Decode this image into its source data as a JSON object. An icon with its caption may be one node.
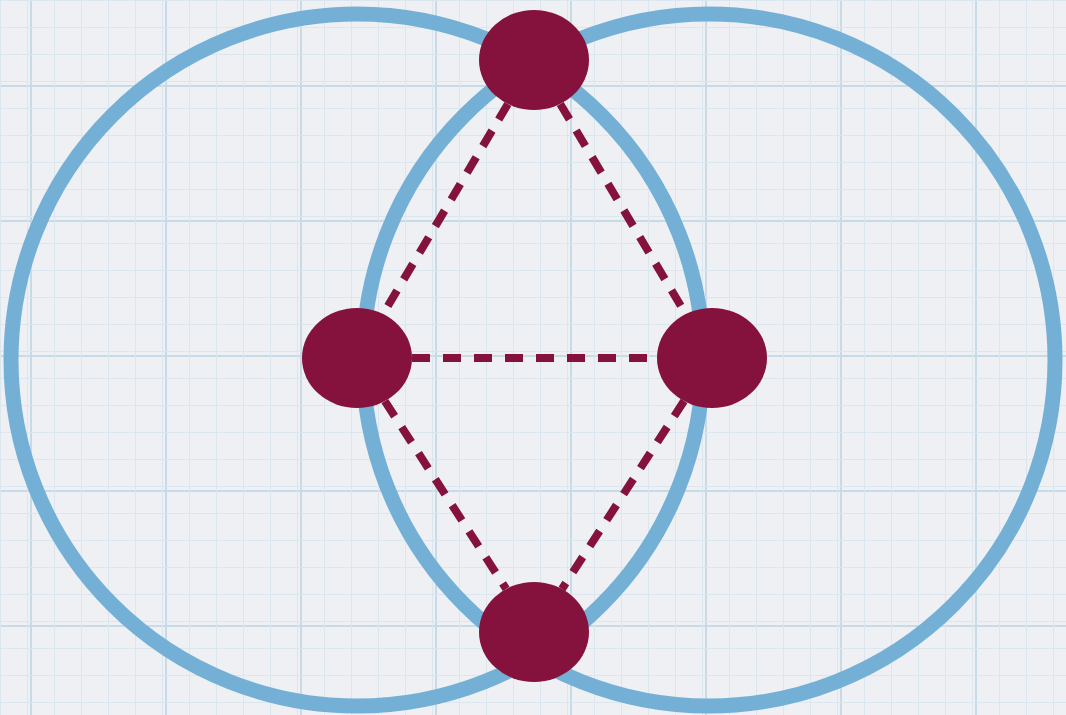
{
  "diagram": {
    "nodes": [
      {
        "text": [],
        "shape": "circle"
      },
      {
        "text": [],
        "shape": "circle"
      },
      {
        "text": [],
        "shape": "circle"
      },
      {
        "text": [],
        "shape": "circle"
      }
    ],
    "edges": [
      {
        "from": 0,
        "to": 1,
        "arrow": "none",
        "style": "dashed"
      },
      {
        "from": 0,
        "to": 2,
        "arrow": "none",
        "style": "dashed"
      },
      {
        "from": 1,
        "to": 2,
        "arrow": "none",
        "style": "dashed"
      },
      {
        "from": 1,
        "to": 3,
        "arrow": "none",
        "style": "dashed"
      },
      {
        "from": 2,
        "to": 3,
        "arrow": "none",
        "style": "dashed"
      }
    ]
  }
}
